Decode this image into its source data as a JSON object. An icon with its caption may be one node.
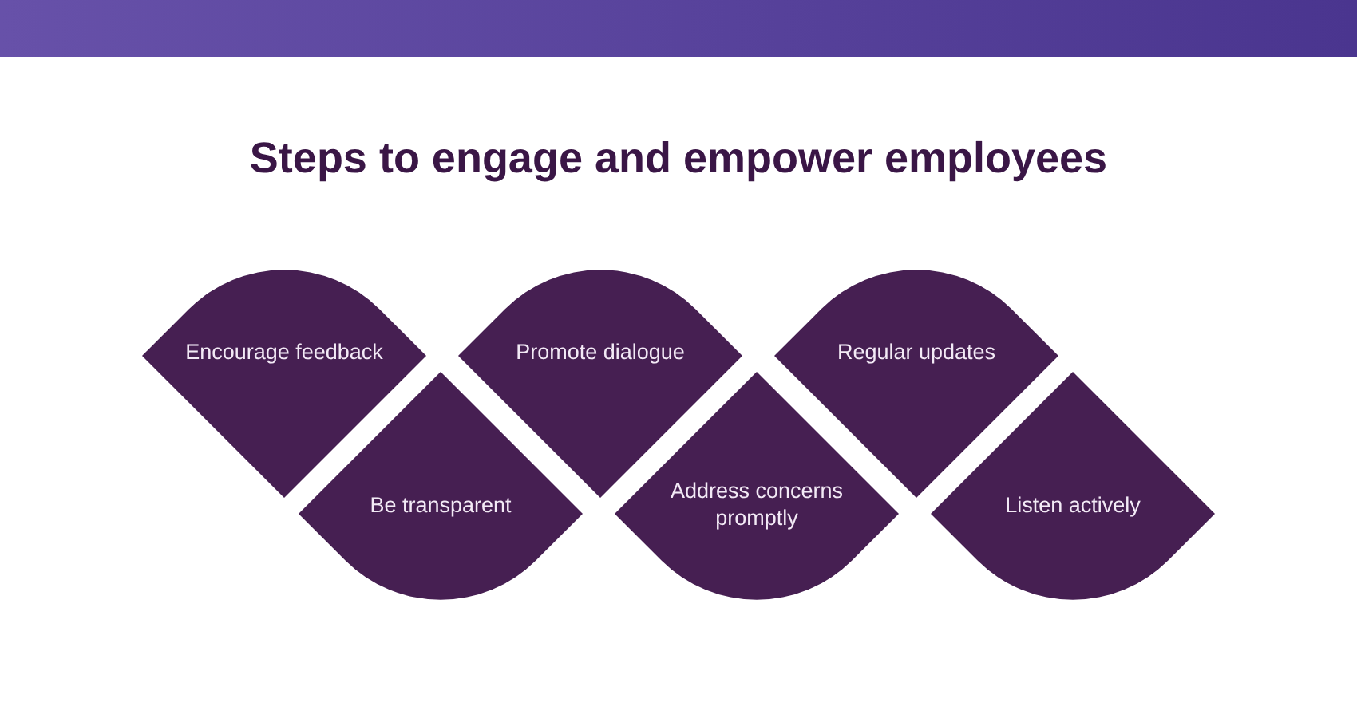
{
  "diagram": {
    "title": "Steps to engage and empower employees",
    "nodes": [
      {
        "text": [
          "Encourage feedback"
        ]
      },
      {
        "text": [
          "Be transparent"
        ]
      },
      {
        "text": [
          "Promote dialogue"
        ]
      },
      {
        "text": [
          "Address concerns promptly"
        ]
      },
      {
        "text": [
          "Regular updates"
        ]
      },
      {
        "text": [
          "Listen actively"
        ]
      }
    ]
  }
}
